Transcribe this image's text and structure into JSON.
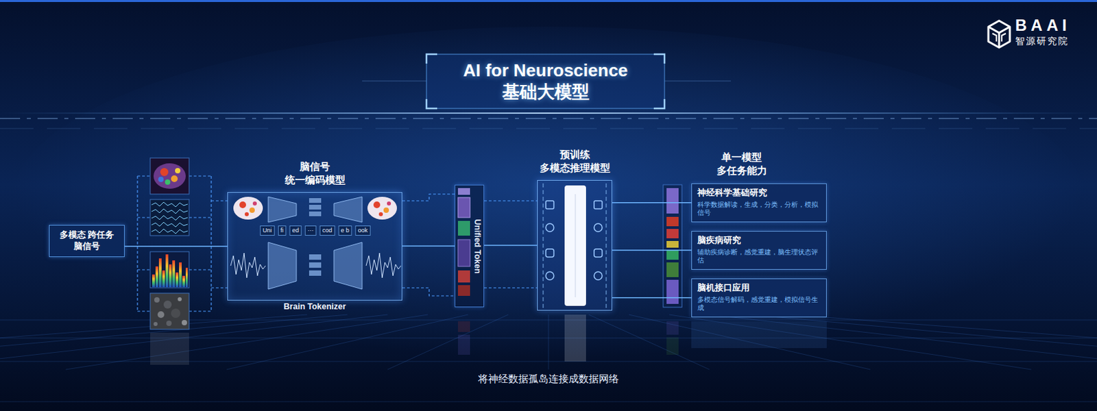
{
  "diagram": {
    "title": "AI for Neuroscience 基础大模型",
    "caption": "将神经数据孤岛连接成数据网络",
    "nodes": [
      {
        "text": [
          "多模态 跨任务 脑信号"
        ]
      },
      {
        "text": [
          "脑信号 统一编码模型",
          "Brain Tokenizer"
        ]
      },
      {
        "text": [
          "Unified Token"
        ]
      },
      {
        "text": [
          "预训练 多模态推理模型"
        ]
      },
      {
        "text": [
          "神经科学基础研究",
          "科学数据解读，生成，分类，分析，模拟信号"
        ]
      },
      {
        "text": [
          "脑疾病研究",
          "辅助疾病诊断，感觉重建，脑生理状态评估"
        ]
      },
      {
        "text": [
          "脑机接口应用",
          "多模态信号解码，感觉重建，模拟信号生成"
        ]
      }
    ],
    "edges": [
      {
        "from": 0,
        "to": 1,
        "arrow": "none"
      },
      {
        "from": 1,
        "to": 2,
        "arrow": "none"
      },
      {
        "from": 2,
        "to": 3,
        "arrow": "none"
      },
      {
        "from": 3,
        "to": 4,
        "arrow": "none"
      },
      {
        "from": 3,
        "to": 5,
        "arrow": "none"
      },
      {
        "from": 3,
        "to": 6,
        "arrow": "none"
      }
    ],
    "labels": [
      "BAAI",
      "智源研究院",
      "Uni",
      "fi",
      "ed",
      "···",
      "cod",
      "e b",
      "ook",
      "单一模型 多任务能力"
    ]
  }
}
